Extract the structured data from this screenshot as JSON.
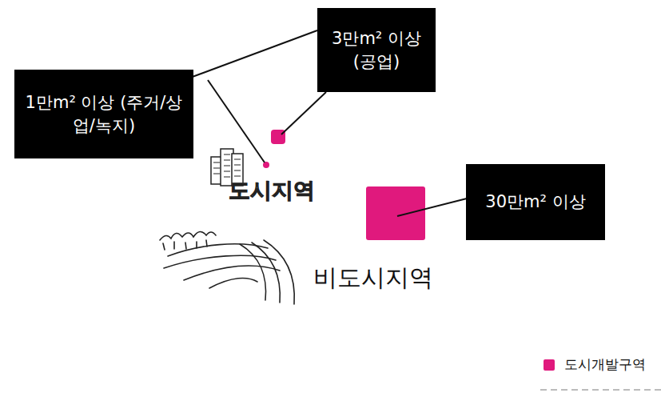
{
  "diagram": {
    "nodes": [
      {
        "text": [
          "비도시지역"
        ]
      },
      {
        "text": [
          "도시지역"
        ],
        "in": 0
      },
      {
        "text": [
          "1만m² 이상 (주거/상업/녹지)"
        ]
      },
      {
        "text": [
          "3만m² 이상 (공업)"
        ]
      },
      {
        "text": [
          "30만m² 이상"
        ]
      }
    ],
    "legend": [
      {
        "text": "도시개발구역",
        "color": "#e0197d"
      }
    ]
  }
}
